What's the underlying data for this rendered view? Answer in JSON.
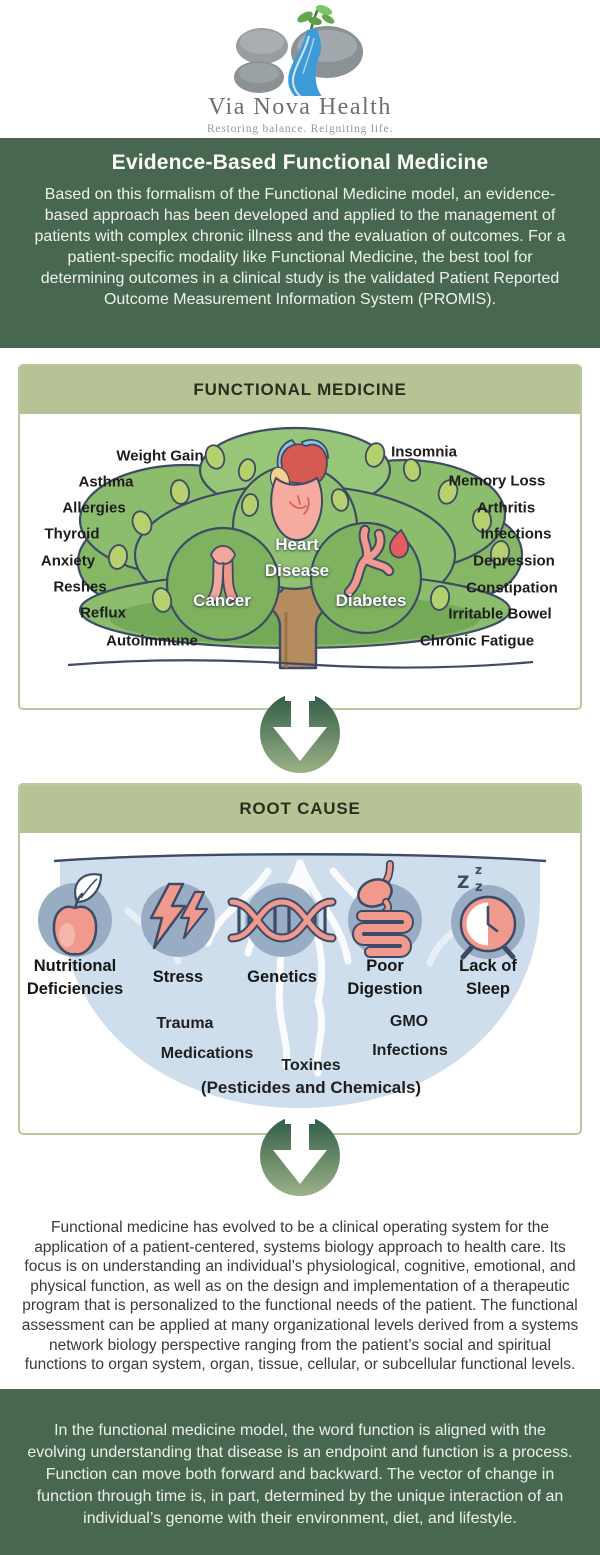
{
  "brand": {
    "name": "Via Nova Health",
    "tagline": "Restoring balance. Reigniting life."
  },
  "intro": {
    "title": "Evidence-Based Functional Medicine",
    "body": "Based on this formalism of the Functional Medicine model, an evidence-based approach has been developed and applied to the management of patients with complex chronic illness and the evaluation of outcomes. For a patient-specific modality like Functional Medicine, the best tool for determining outcomes in a clinical study is the validated Patient Reported Outcome Measurement Information System (PROMIS)."
  },
  "functional_medicine": {
    "header": "FUNCTIONAL MEDICINE",
    "left_labels": [
      "Weight Gain",
      "Asthma",
      "Allergies",
      "Thyroid",
      "Anxiety",
      "Reshes",
      "Reflux",
      "Autoimmune"
    ],
    "right_labels": [
      "Insomnia",
      "Memory Loss",
      "Arthritis",
      "Infections",
      "Depression",
      "Constipation",
      "Irritable Bowel",
      "Chronic Fatigue"
    ],
    "tree_labels": {
      "center": "Heart Disease",
      "left": "Cancer",
      "right": "Diabetes"
    }
  },
  "root_cause": {
    "header": "ROOT CAUSE",
    "icon_items": [
      {
        "icon": "apple-icon",
        "label": "Nutritional Deficiencies"
      },
      {
        "icon": "lightning-icon",
        "label": "Stress"
      },
      {
        "icon": "dna-icon",
        "label": "Genetics"
      },
      {
        "icon": "digestive-tract-icon",
        "label": "Poor Digestion"
      },
      {
        "icon": "alarm-clock-icon",
        "label": "Lack of Sleep"
      }
    ],
    "inner_labels": [
      "Trauma",
      "Medications",
      "Toxines",
      "(Pesticides and Chemicals)",
      "GMO",
      "Infections"
    ]
  },
  "middle_paragraph": "Functional medicine has evolved to be a clinical operating system for the application of a patient-centered, systems biology approach to health care. Its focus is on understanding an individual’s physiological, cognitive, emotional, and physical function, as well as on the design and implementation of a therapeutic program that is personalized to the functional needs of the patient. The functional assessment can be applied at many organizational levels derived from a systems network biology perspective ranging from the patient’s social and spiritual functions to organ system, organ, tissue, cellular, or subcellular functional levels.",
  "footer_paragraph": "In the functional medicine model, the word function is aligned with the evolving understanding that disease is an endpoint and function is a process. Function can move both forward and backward. The vector of change in function through time is, in part, determined by the unique interaction of an individual’s genome with their environment, diet, and lifestyle.",
  "theme": {
    "dark_green": "#486750",
    "light_green": "#b6c495",
    "panel_border": "#bcc9a0",
    "arrow_dark": "#2d5a45",
    "arrow_light": "#9cb287",
    "dome_blue": "#cfdeec",
    "icon_circle": "#98adc4",
    "salmon": "#f0998d",
    "navy_outline": "#3b4a67",
    "tree_green": "#8cbd6d",
    "trunk_brown": "#b58c5e"
  }
}
